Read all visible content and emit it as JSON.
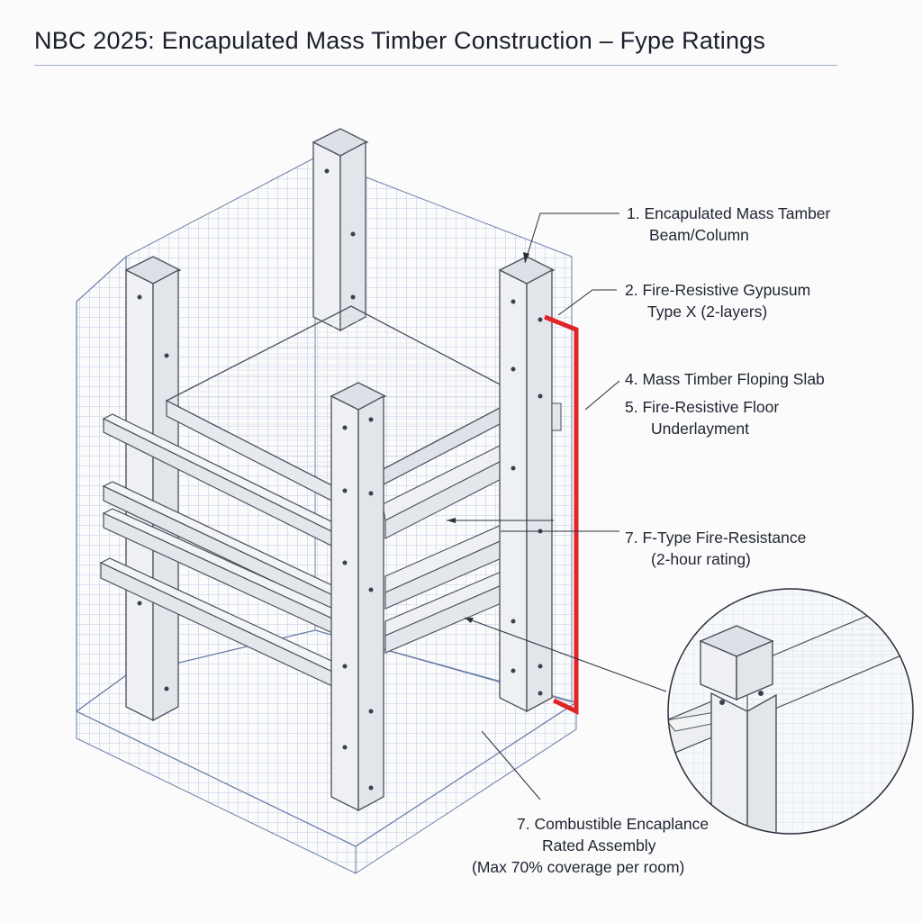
{
  "title": "NBC 2025: Encapulated Mass Timber Construction – Fype Ratings",
  "callouts": [
    {
      "num": "1.",
      "line1": "Encapulated Mass Tamber",
      "line2": "Beam/Column"
    },
    {
      "num": "2.",
      "line1": "Fire-Resistive Gypusum",
      "line2": "Type X (2-layers)"
    },
    {
      "num": "4.",
      "line1": "Mass Timber Floping Slab",
      "line2": ""
    },
    {
      "num": "5.",
      "line1": "Fire-Resistive Floor",
      "line2": "Underlayment"
    },
    {
      "num": "7.",
      "line1": "F-Type Fire-Resistance",
      "line2": "(2-hour rating)"
    },
    {
      "num": "7.",
      "line1": "Combustible Encaplance",
      "line2": "Rated Assembly",
      "line3": "(Max 70% coverage per room)"
    }
  ],
  "colors": {
    "fire_line": "#e0242a",
    "grid": "#9db3d6",
    "timber": "#eef0f3",
    "outline": "#4a4f5a"
  }
}
